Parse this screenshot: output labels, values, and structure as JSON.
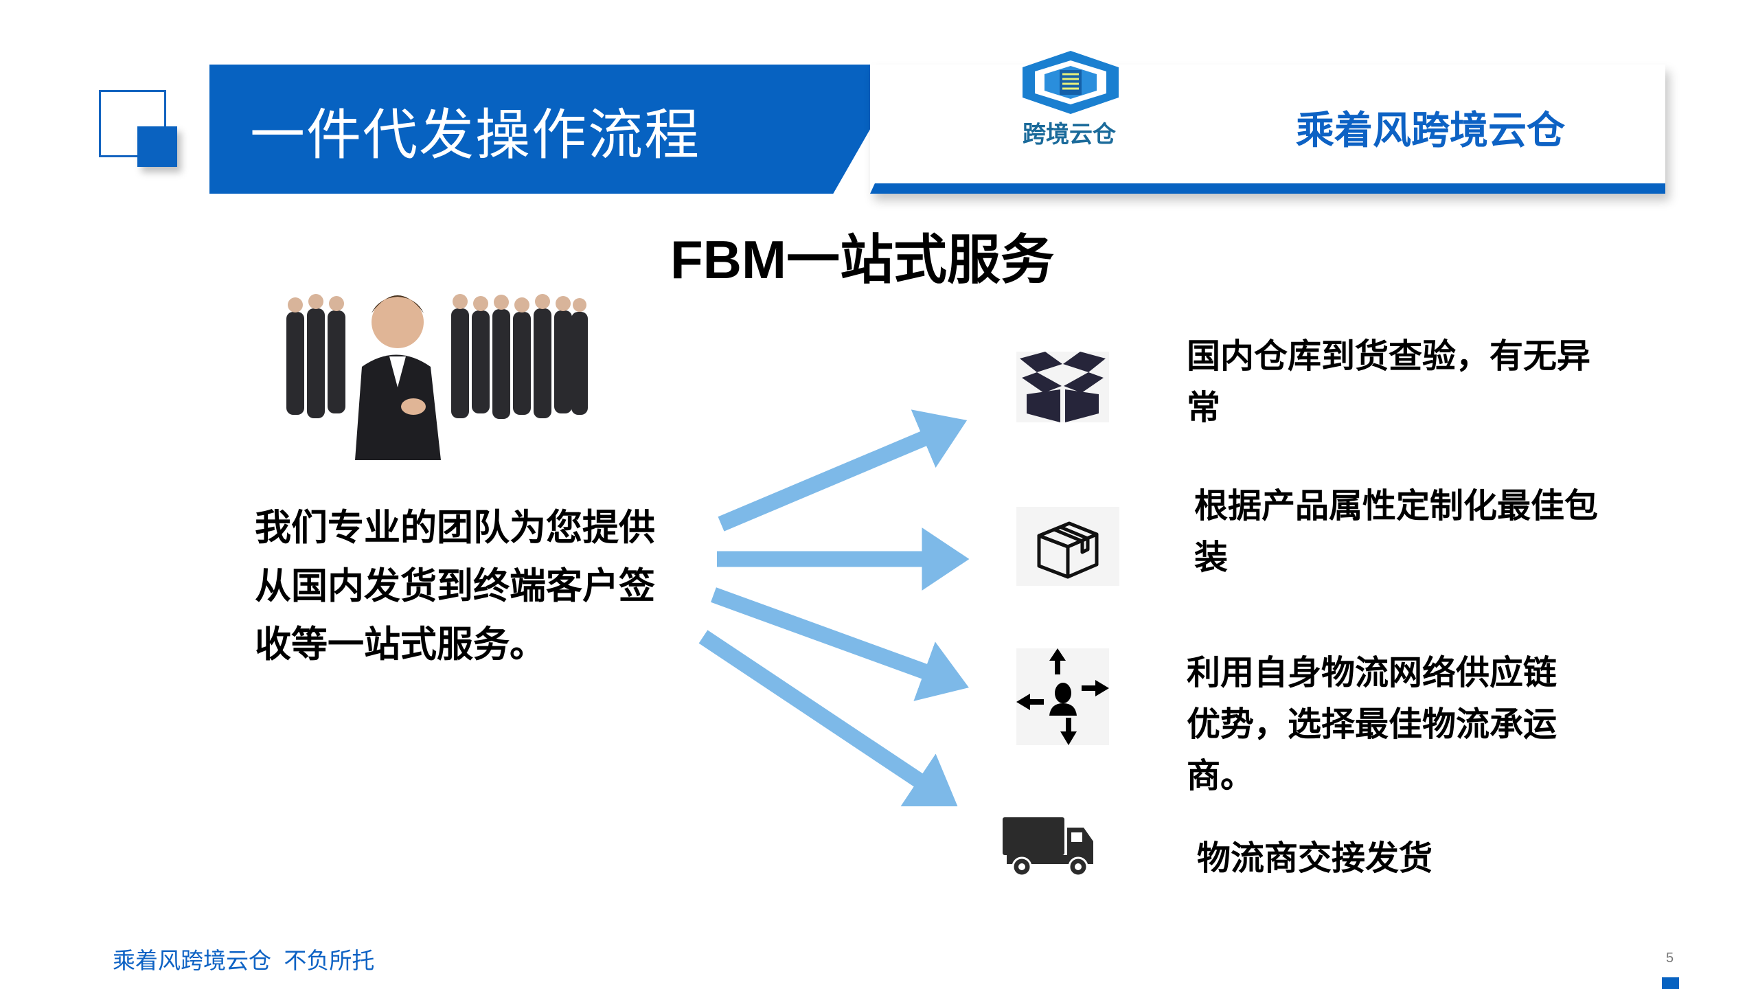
{
  "header": {
    "title": "一件代发操作流程",
    "logo_text": "跨境云仓",
    "slogan": "乘着风跨境云仓"
  },
  "main": {
    "heading": "FBM一站式服务",
    "intro": "我们专业的团队为您提供从国内发货到终端客户签收等一站式服务。",
    "steps": [
      {
        "icon": "open-box-icon",
        "text": "国内仓库到货查验，有无异常"
      },
      {
        "icon": "package-icon",
        "text": "根据产品属性定制化最佳包装"
      },
      {
        "icon": "logistics-network-icon",
        "text": "利用自身物流网络供应链优势，选择最佳物流承运商。"
      },
      {
        "icon": "truck-icon",
        "text": "物流商交接发货"
      }
    ]
  },
  "footer": {
    "tagline": "乘着风跨境云仓  不负所托",
    "page_number": "5"
  },
  "colors": {
    "brand_blue": "#0762c1",
    "arrow_blue": "#7db9e8"
  }
}
